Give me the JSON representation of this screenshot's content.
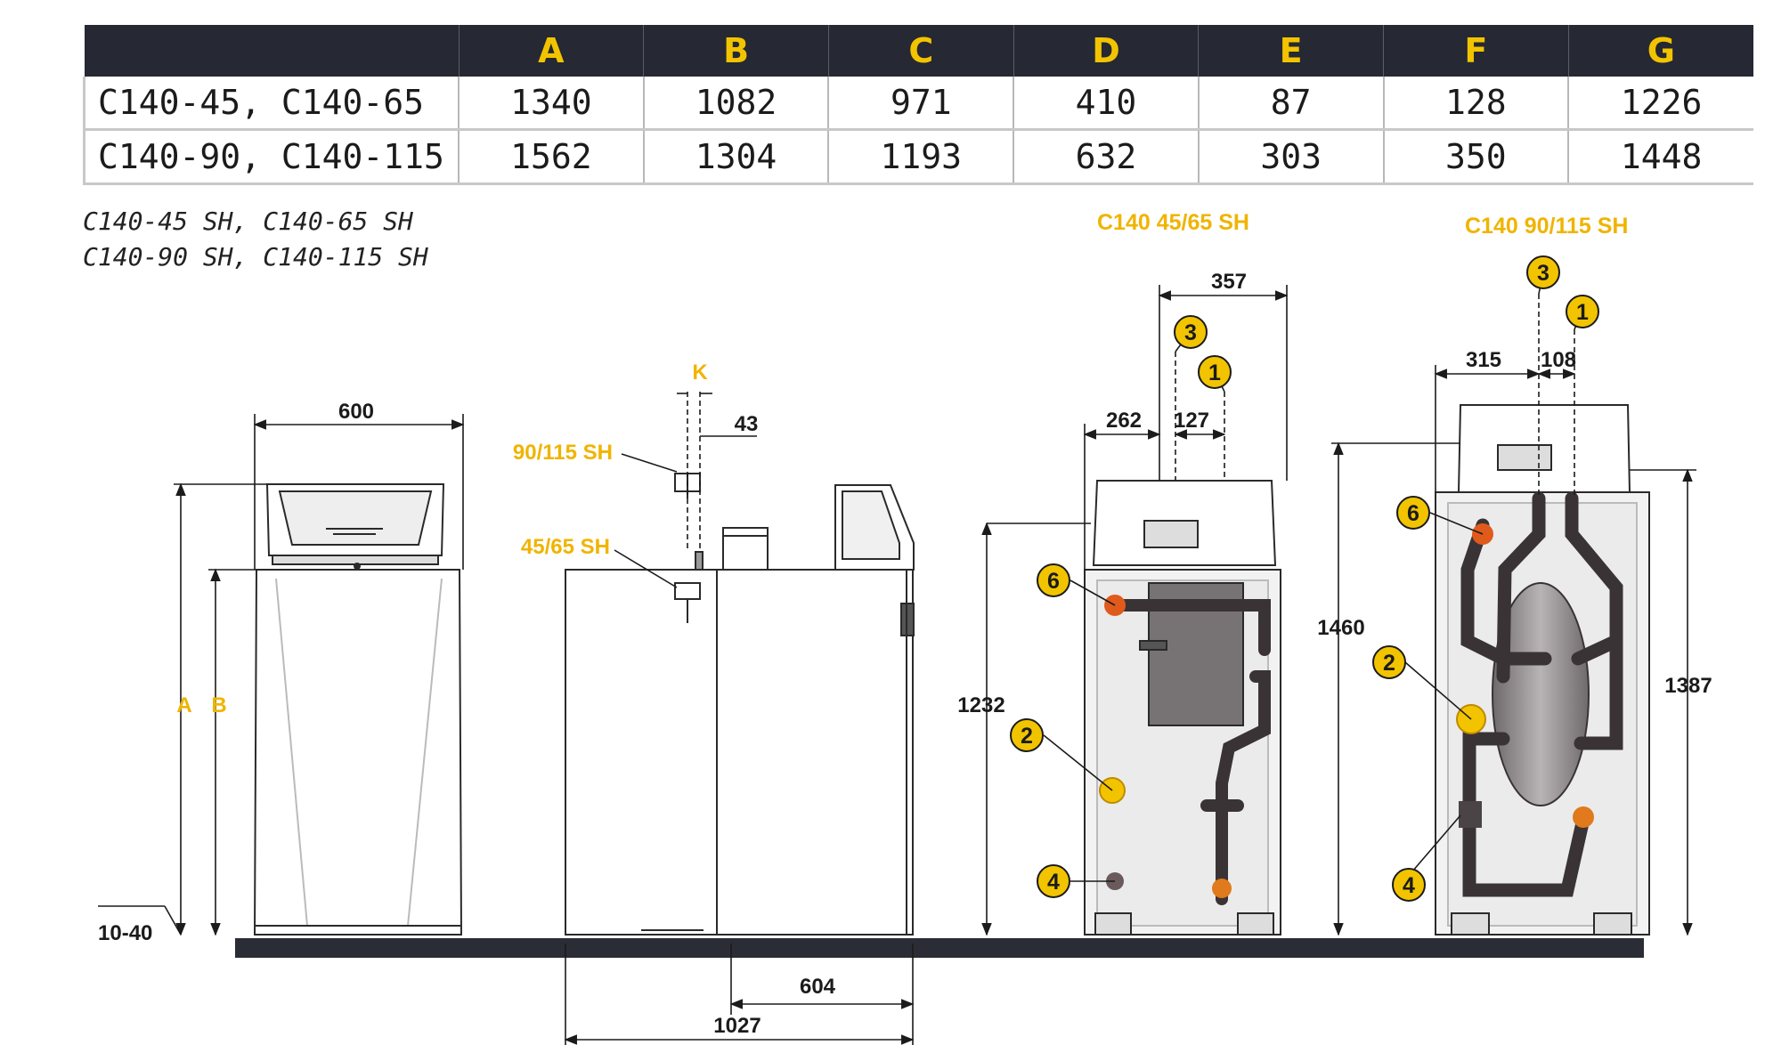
{
  "table": {
    "headers": [
      "",
      "A",
      "B",
      "C",
      "D",
      "E",
      "F",
      "G"
    ],
    "rows": [
      {
        "model": "C140-45, C140-65",
        "values": [
          "1340",
          "1082",
          "971",
          "410",
          "87",
          "128",
          "1226"
        ]
      },
      {
        "model": "C140-90, C140-115",
        "values": [
          "1562",
          "1304",
          "1193",
          "632",
          "303",
          "350",
          "1448"
        ]
      }
    ]
  },
  "models_caption": [
    "C140-45 SH, C140-65 SH",
    "C140-90 SH, C140-115 SH"
  ],
  "front_view": {
    "width": "600",
    "label_a": "A",
    "label_b": "B",
    "floor_gap": "10-40"
  },
  "side_view": {
    "k_label": "K",
    "k_offset": "43",
    "flue_large": "90/115 SH",
    "flue_small": "45/65 SH",
    "depth_small": "604",
    "depth_total": "1027"
  },
  "view_45_65": {
    "title": "C140 45/65 SH",
    "dim_width": "357",
    "dim_left": "262",
    "dim_center": "127",
    "dim_height": "1232"
  },
  "view_90_115": {
    "title": "C140 90/115 SH",
    "dim_left": "315",
    "dim_center": "108",
    "dim_height_total": "1460",
    "dim_height_right": "1387"
  },
  "badges": [
    "1",
    "2",
    "3",
    "4",
    "6"
  ],
  "colors": {
    "header_bg": "#262833",
    "accent_yellow": "#f2c400",
    "floor": "#2a2c36",
    "pipe": "#3a3336"
  }
}
